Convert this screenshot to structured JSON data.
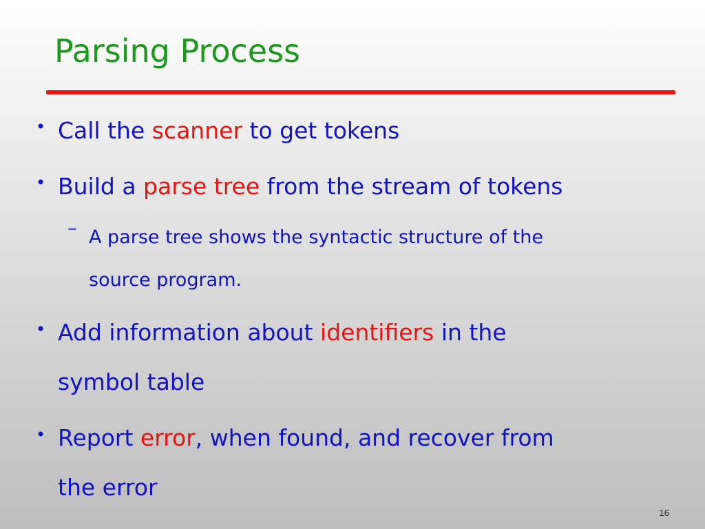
{
  "slide": {
    "title": "Parsing Process",
    "page_number": "16",
    "colors": {
      "title": "#1a9a1a",
      "rule": "#e8140f",
      "body_text": "#1212c8",
      "highlight": "#e8140f"
    },
    "bullets": [
      {
        "before": "Call the ",
        "highlight": "scanner",
        "after": " to get tokens"
      },
      {
        "before": "Build a ",
        "highlight": "parse tree",
        "after": " from the stream of tokens",
        "sub": {
          "line1": "A parse tree shows the syntactic structure of the",
          "line2": "source program."
        }
      },
      {
        "before": "Add information about ",
        "highlight": "identifiers",
        "after": " in the",
        "line2": "symbol table"
      },
      {
        "before": "Report ",
        "highlight": "error",
        "after": ", when found, and recover from",
        "line2": "the error"
      }
    ]
  }
}
